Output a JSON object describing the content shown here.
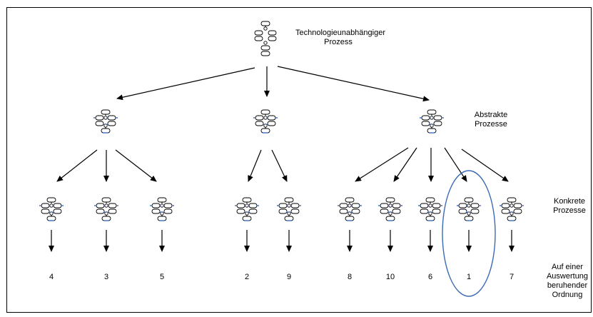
{
  "labels": {
    "root_line1": "Technologieunabhängiger",
    "root_line2": "Prozess",
    "abstract_line1": "Abstrakte",
    "abstract_line2": "Prozesse",
    "concrete_line1": "Konkrete",
    "concrete_line2": "Prozesse",
    "ordering_line1": "Auf einer",
    "ordering_line2": "Auswertung",
    "ordering_line3": "beruhender",
    "ordering_line4": "Ordnung"
  },
  "rankings": [
    "4",
    "3",
    "5",
    "2",
    "9",
    "8",
    "10",
    "6",
    "1",
    "7"
  ],
  "colors": {
    "line": "#000000",
    "highlight": "#3b6bb5",
    "node_accent": "#4a74b9"
  },
  "icons": {
    "root": "process-graph-icon",
    "abstract": "process-graph-icon",
    "concrete": "process-graph-icon"
  }
}
